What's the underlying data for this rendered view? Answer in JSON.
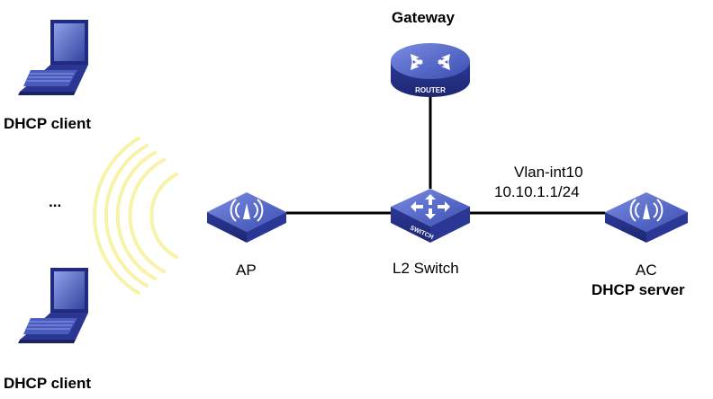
{
  "gateway": {
    "label": "Gateway",
    "device_text": "ROUTER"
  },
  "switch": {
    "label": "L2 Switch",
    "device_text": "SWITCH"
  },
  "ap": {
    "label": "AP"
  },
  "ac": {
    "label": "AC",
    "role": "DHCP server",
    "interface": "Vlan-int10",
    "ip": "10.10.1.1/24"
  },
  "clients": {
    "top_label": "DHCP client",
    "bottom_label": "DHCP client",
    "ellipsis": "..."
  },
  "colors": {
    "device_blue": "#2f3d9c",
    "device_light": "#5d6fc9",
    "wireless_yellow": "#f7f3a8",
    "link": "#000000"
  },
  "icons": [
    "laptop-icon",
    "router-icon",
    "switch-icon",
    "access-point-icon",
    "wireless-signal-icon"
  ]
}
